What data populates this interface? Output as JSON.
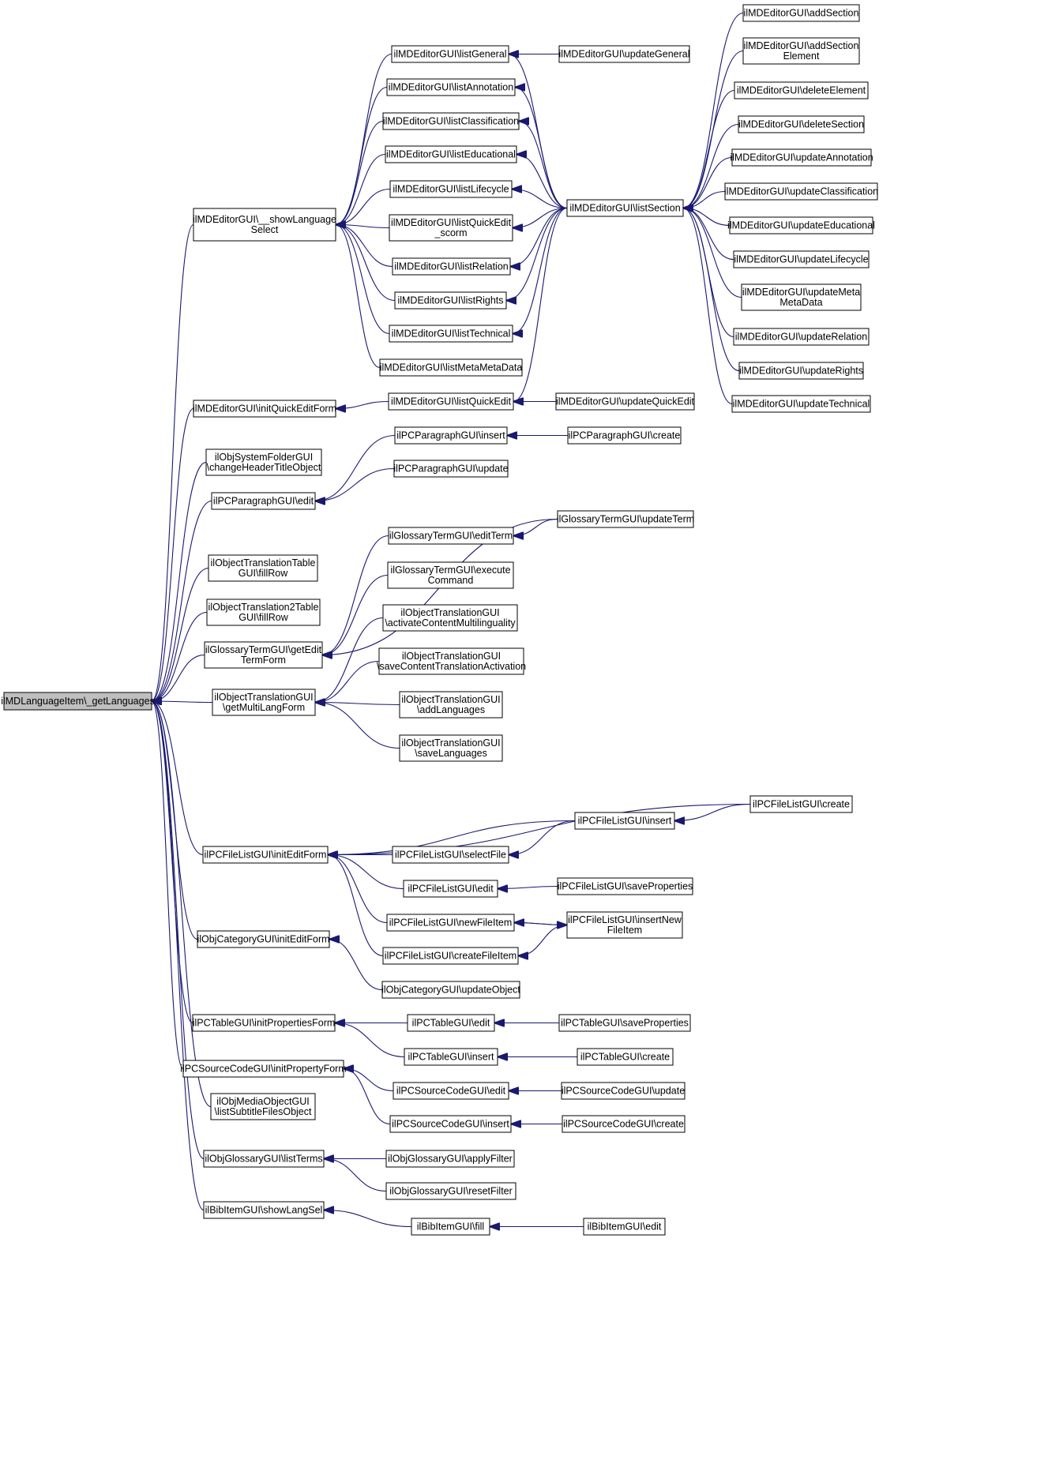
{
  "diagram": {
    "title": "",
    "colors": {
      "edge": "#191970",
      "root_fill": "#bfbfbf",
      "node_fill": "#ffffff",
      "border": "#000000"
    },
    "nodes": [
      {
        "id": "root",
        "lines": [
          "ilMDLanguageItem\\_getLanguages"
        ],
        "root": true
      },
      {
        "id": "showLang",
        "lines": [
          "ilMDEditorGUI\\__showLanguage",
          "Select"
        ]
      },
      {
        "id": "initQuick",
        "lines": [
          "ilMDEditorGUI\\initQuickEditForm"
        ]
      },
      {
        "id": "objSysFolder",
        "lines": [
          "ilObjSystemFolderGUI",
          "\\changeHeaderTitleObject"
        ]
      },
      {
        "id": "pcParaEdit",
        "lines": [
          "ilPCParagraphGUI\\edit"
        ]
      },
      {
        "id": "objTransTable",
        "lines": [
          "ilObjectTranslationTable",
          "GUI\\fillRow"
        ]
      },
      {
        "id": "objTrans2Table",
        "lines": [
          "ilObjectTranslation2Table",
          "GUI\\fillRow"
        ]
      },
      {
        "id": "glossGetEdit",
        "lines": [
          "ilGlossaryTermGUI\\getEdit",
          "TermForm"
        ]
      },
      {
        "id": "objTransMulti",
        "lines": [
          "ilObjectTranslationGUI",
          "\\getMultiLangForm"
        ]
      },
      {
        "id": "pcFileInit",
        "lines": [
          "ilPCFileListGUI\\initEditForm"
        ]
      },
      {
        "id": "objCatInit",
        "lines": [
          "ilObjCategoryGUI\\initEditForm"
        ]
      },
      {
        "id": "pcTableInit",
        "lines": [
          "ilPCTableGUI\\initPropertiesForm"
        ]
      },
      {
        "id": "pcSourceInit",
        "lines": [
          "ilPCSourceCodeGUI\\initPropertyForm"
        ]
      },
      {
        "id": "objMediaList",
        "lines": [
          "ilObjMediaObjectGUI",
          "\\listSubtitleFilesObject"
        ]
      },
      {
        "id": "objGlossList",
        "lines": [
          "ilObjGlossaryGUI\\listTerms"
        ]
      },
      {
        "id": "bibShow",
        "lines": [
          "ilBibItemGUI\\showLangSel"
        ]
      },
      {
        "id": "listGeneral",
        "lines": [
          "ilMDEditorGUI\\listGeneral"
        ]
      },
      {
        "id": "listAnnotation",
        "lines": [
          "ilMDEditorGUI\\listAnnotation"
        ]
      },
      {
        "id": "listClassification",
        "lines": [
          "ilMDEditorGUI\\listClassification"
        ]
      },
      {
        "id": "listEducational",
        "lines": [
          "ilMDEditorGUI\\listEducational"
        ]
      },
      {
        "id": "listLifecycle",
        "lines": [
          "ilMDEditorGUI\\listLifecycle"
        ]
      },
      {
        "id": "listQuickScorm",
        "lines": [
          "ilMDEditorGUI\\listQuickEdit",
          "_scorm"
        ]
      },
      {
        "id": "listRelation",
        "lines": [
          "ilMDEditorGUI\\listRelation"
        ]
      },
      {
        "id": "listRights",
        "lines": [
          "ilMDEditorGUI\\listRights"
        ]
      },
      {
        "id": "listTechnical",
        "lines": [
          "ilMDEditorGUI\\listTechnical"
        ]
      },
      {
        "id": "listMetaMeta",
        "lines": [
          "ilMDEditorGUI\\listMetaMetaData"
        ]
      },
      {
        "id": "listQuickEdit",
        "lines": [
          "ilMDEditorGUI\\listQuickEdit"
        ]
      },
      {
        "id": "pcParaInsert",
        "lines": [
          "ilPCParagraphGUI\\insert"
        ]
      },
      {
        "id": "pcParaUpdate",
        "lines": [
          "ilPCParagraphGUI\\update"
        ]
      },
      {
        "id": "glossEditTerm",
        "lines": [
          "ilGlossaryTermGUI\\editTerm"
        ]
      },
      {
        "id": "glossExecute",
        "lines": [
          "ilGlossaryTermGUI\\execute",
          "Command"
        ]
      },
      {
        "id": "objTransActivate",
        "lines": [
          "ilObjectTranslationGUI",
          "\\activateContentMultilinguality"
        ]
      },
      {
        "id": "objTransSaveAct",
        "lines": [
          "ilObjectTranslationGUI",
          "\\saveContentTranslationActivation"
        ]
      },
      {
        "id": "objTransAddLang",
        "lines": [
          "ilObjectTranslationGUI",
          "\\addLanguages"
        ]
      },
      {
        "id": "objTransSaveLang",
        "lines": [
          "ilObjectTranslationGUI",
          "\\saveLanguages"
        ]
      },
      {
        "id": "pcFileSelect",
        "lines": [
          "ilPCFileListGUI\\selectFile"
        ]
      },
      {
        "id": "pcFileEdit",
        "lines": [
          "ilPCFileListGUI\\edit"
        ]
      },
      {
        "id": "pcFileNewItem",
        "lines": [
          "ilPCFileListGUI\\newFileItem"
        ]
      },
      {
        "id": "pcFileCreateItem",
        "lines": [
          "ilPCFileListGUI\\createFileItem"
        ]
      },
      {
        "id": "objCatUpdate",
        "lines": [
          "ilObjCategoryGUI\\updateObject"
        ]
      },
      {
        "id": "pcTableEdit",
        "lines": [
          "ilPCTableGUI\\edit"
        ]
      },
      {
        "id": "pcTableInsert",
        "lines": [
          "ilPCTableGUI\\insert"
        ]
      },
      {
        "id": "pcSourceEdit",
        "lines": [
          "ilPCSourceCodeGUI\\edit"
        ]
      },
      {
        "id": "pcSourceInsert",
        "lines": [
          "ilPCSourceCodeGUI\\insert"
        ]
      },
      {
        "id": "objGlossApply",
        "lines": [
          "ilObjGlossaryGUI\\applyFilter"
        ]
      },
      {
        "id": "objGlossReset",
        "lines": [
          "ilObjGlossaryGUI\\resetFilter"
        ]
      },
      {
        "id": "bibFill",
        "lines": [
          "ilBibItemGUI\\fill"
        ]
      },
      {
        "id": "updateGeneral",
        "lines": [
          "ilMDEditorGUI\\updateGeneral"
        ]
      },
      {
        "id": "listSection",
        "lines": [
          "ilMDEditorGUI\\listSection"
        ]
      },
      {
        "id": "updateQuickEdit",
        "lines": [
          "ilMDEditorGUI\\updateQuickEdit"
        ]
      },
      {
        "id": "pcParaCreate",
        "lines": [
          "ilPCParagraphGUI\\create"
        ]
      },
      {
        "id": "glossUpdateTerm",
        "lines": [
          "ilGlossaryTermGUI\\updateTerm"
        ]
      },
      {
        "id": "pcFileInsert",
        "lines": [
          "ilPCFileListGUI\\insert"
        ]
      },
      {
        "id": "pcFileSaveProps",
        "lines": [
          "ilPCFileListGUI\\saveProperties"
        ]
      },
      {
        "id": "pcFileInsertNew",
        "lines": [
          "ilPCFileListGUI\\insertNew",
          "FileItem"
        ]
      },
      {
        "id": "pcTableSaveProps",
        "lines": [
          "ilPCTableGUI\\saveProperties"
        ]
      },
      {
        "id": "pcTableCreate",
        "lines": [
          "ilPCTableGUI\\create"
        ]
      },
      {
        "id": "pcSourceUpdate",
        "lines": [
          "ilPCSourceCodeGUI\\update"
        ]
      },
      {
        "id": "pcSourceCreate",
        "lines": [
          "ilPCSourceCodeGUI\\create"
        ]
      },
      {
        "id": "bibEdit",
        "lines": [
          "ilBibItemGUI\\edit"
        ]
      },
      {
        "id": "addSection",
        "lines": [
          "ilMDEditorGUI\\addSection"
        ]
      },
      {
        "id": "addSectionEl",
        "lines": [
          "ilMDEditorGUI\\addSection",
          "Element"
        ]
      },
      {
        "id": "deleteElement",
        "lines": [
          "ilMDEditorGUI\\deleteElement"
        ]
      },
      {
        "id": "deleteSection",
        "lines": [
          "ilMDEditorGUI\\deleteSection"
        ]
      },
      {
        "id": "updateAnnotation",
        "lines": [
          "ilMDEditorGUI\\updateAnnotation"
        ]
      },
      {
        "id": "updateClassification",
        "lines": [
          "ilMDEditorGUI\\updateClassification"
        ]
      },
      {
        "id": "updateEducational",
        "lines": [
          "ilMDEditorGUI\\updateEducational"
        ]
      },
      {
        "id": "updateLifecycle",
        "lines": [
          "ilMDEditorGUI\\updateLifecycle"
        ]
      },
      {
        "id": "updateMetaMeta",
        "lines": [
          "ilMDEditorGUI\\updateMeta",
          "MetaData"
        ]
      },
      {
        "id": "updateRelation",
        "lines": [
          "ilMDEditorGUI\\updateRelation"
        ]
      },
      {
        "id": "updateRights",
        "lines": [
          "ilMDEditorGUI\\updateRights"
        ]
      },
      {
        "id": "updateTechnical",
        "lines": [
          "ilMDEditorGUI\\updateTechnical"
        ]
      },
      {
        "id": "pcFileCreate",
        "lines": [
          "ilPCFileListGUI\\create"
        ]
      }
    ],
    "edges": [
      [
        "showLang",
        "root"
      ],
      [
        "initQuick",
        "root"
      ],
      [
        "objSysFolder",
        "root"
      ],
      [
        "pcParaEdit",
        "root"
      ],
      [
        "objTransTable",
        "root"
      ],
      [
        "objTrans2Table",
        "root"
      ],
      [
        "glossGetEdit",
        "root"
      ],
      [
        "objTransMulti",
        "root"
      ],
      [
        "pcFileInit",
        "root"
      ],
      [
        "objCatInit",
        "root"
      ],
      [
        "pcTableInit",
        "root"
      ],
      [
        "pcSourceInit",
        "root"
      ],
      [
        "objMediaList",
        "root"
      ],
      [
        "objGlossList",
        "root"
      ],
      [
        "bibShow",
        "root"
      ],
      [
        "listGeneral",
        "showLang"
      ],
      [
        "listAnnotation",
        "showLang"
      ],
      [
        "listClassification",
        "showLang"
      ],
      [
        "listEducational",
        "showLang"
      ],
      [
        "listLifecycle",
        "showLang"
      ],
      [
        "listQuickScorm",
        "showLang"
      ],
      [
        "listRelation",
        "showLang"
      ],
      [
        "listRights",
        "showLang"
      ],
      [
        "listTechnical",
        "showLang"
      ],
      [
        "listMetaMeta",
        "showLang"
      ],
      [
        "updateGeneral",
        "listGeneral"
      ],
      [
        "listSection",
        "listGeneral"
      ],
      [
        "listSection",
        "listAnnotation"
      ],
      [
        "listSection",
        "listClassification"
      ],
      [
        "listSection",
        "listEducational"
      ],
      [
        "listSection",
        "listLifecycle"
      ],
      [
        "listSection",
        "listQuickScorm"
      ],
      [
        "listSection",
        "listRelation"
      ],
      [
        "listSection",
        "listRights"
      ],
      [
        "listSection",
        "listTechnical"
      ],
      [
        "listSection",
        "listQuickEdit"
      ],
      [
        "addSection",
        "listSection"
      ],
      [
        "addSectionEl",
        "listSection"
      ],
      [
        "deleteElement",
        "listSection"
      ],
      [
        "deleteSection",
        "listSection"
      ],
      [
        "updateAnnotation",
        "listSection"
      ],
      [
        "updateClassification",
        "listSection"
      ],
      [
        "updateEducational",
        "listSection"
      ],
      [
        "updateLifecycle",
        "listSection"
      ],
      [
        "updateMetaMeta",
        "listSection"
      ],
      [
        "updateRelation",
        "listSection"
      ],
      [
        "updateRights",
        "listSection"
      ],
      [
        "updateTechnical",
        "listSection"
      ],
      [
        "listQuickEdit",
        "initQuick"
      ],
      [
        "updateQuickEdit",
        "listQuickEdit"
      ],
      [
        "pcParaInsert",
        "pcParaEdit"
      ],
      [
        "pcParaUpdate",
        "pcParaEdit"
      ],
      [
        "pcParaCreate",
        "pcParaInsert"
      ],
      [
        "glossEditTerm",
        "glossGetEdit"
      ],
      [
        "glossExecute",
        "glossGetEdit"
      ],
      [
        "glossUpdateTerm",
        "glossGetEdit"
      ],
      [
        "glossUpdateTerm",
        "glossEditTerm"
      ],
      [
        "objTransActivate",
        "objTransMulti"
      ],
      [
        "objTransSaveAct",
        "objTransMulti"
      ],
      [
        "objTransAddLang",
        "objTransMulti"
      ],
      [
        "objTransSaveLang",
        "objTransMulti"
      ],
      [
        "pcFileCreate",
        "pcFileInit"
      ],
      [
        "pcFileInsert",
        "pcFileInit"
      ],
      [
        "pcFileSelect",
        "pcFileInit"
      ],
      [
        "pcFileEdit",
        "pcFileInit"
      ],
      [
        "pcFileNewItem",
        "pcFileInit"
      ],
      [
        "pcFileCreateItem",
        "pcFileInit"
      ],
      [
        "pcFileInsert",
        "pcFileSelect"
      ],
      [
        "pcFileCreate",
        "pcFileInsert"
      ],
      [
        "pcFileSaveProps",
        "pcFileEdit"
      ],
      [
        "pcFileInsertNew",
        "pcFileNewItem"
      ],
      [
        "pcFileNewItem",
        "pcFileInsertNew"
      ],
      [
        "pcFileInsertNew",
        "pcFileCreateItem"
      ],
      [
        "objCatUpdate",
        "objCatInit"
      ],
      [
        "pcTableEdit",
        "pcTableInit"
      ],
      [
        "pcTableInsert",
        "pcTableInit"
      ],
      [
        "pcTableSaveProps",
        "pcTableEdit"
      ],
      [
        "pcTableCreate",
        "pcTableInsert"
      ],
      [
        "pcSourceEdit",
        "pcSourceInit"
      ],
      [
        "pcSourceInsert",
        "pcSourceInit"
      ],
      [
        "pcSourceUpdate",
        "pcSourceEdit"
      ],
      [
        "pcSourceCreate",
        "pcSourceInsert"
      ],
      [
        "objGlossApply",
        "objGlossList"
      ],
      [
        "objGlossReset",
        "objGlossList"
      ],
      [
        "bibFill",
        "bibShow"
      ],
      [
        "bibEdit",
        "bibFill"
      ]
    ]
  }
}
